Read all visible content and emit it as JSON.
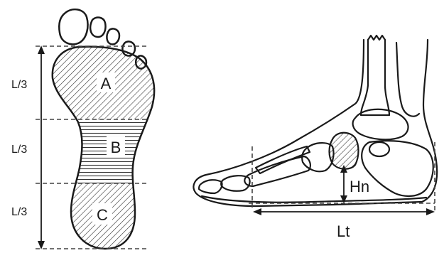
{
  "footprint": {
    "regions": [
      {
        "key": "a",
        "label": "A",
        "pattern": "diagonal-hatch"
      },
      {
        "key": "b",
        "label": "B",
        "pattern": "horizontal-hatch"
      },
      {
        "key": "c",
        "label": "C",
        "pattern": "diagonal-hatch"
      }
    ],
    "segment_labels": [
      "L/3",
      "L/3",
      "L/3"
    ]
  },
  "side_view": {
    "height_label": "Hn",
    "length_label": "Lt"
  },
  "colors": {
    "line": "#1a1a1a",
    "dash": "#444444",
    "background": "#ffffff"
  }
}
